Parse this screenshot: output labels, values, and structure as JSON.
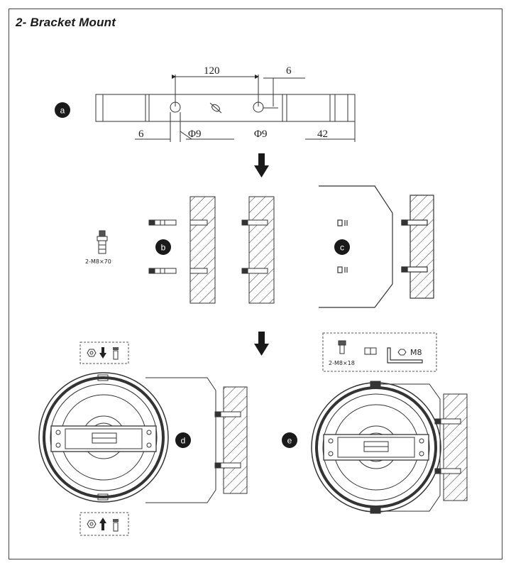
{
  "title": "2- Bracket Mount",
  "steps": {
    "a": "a",
    "b": "b",
    "c": "c",
    "d": "d",
    "e": "e"
  },
  "dimensions": {
    "spacing": "120",
    "slot_width_top": "6",
    "slot_width_bottom": "6",
    "hole_left": "Φ9",
    "hole_right": "Φ9",
    "end_length": "42"
  },
  "parts": {
    "anchor_bolt": "2-M8×70",
    "screw": "2-M8×18",
    "hex_key": "M8"
  },
  "colors": {
    "ink": "#1a1a1a",
    "badge": "#1a1a1a",
    "frame": "#444444"
  }
}
